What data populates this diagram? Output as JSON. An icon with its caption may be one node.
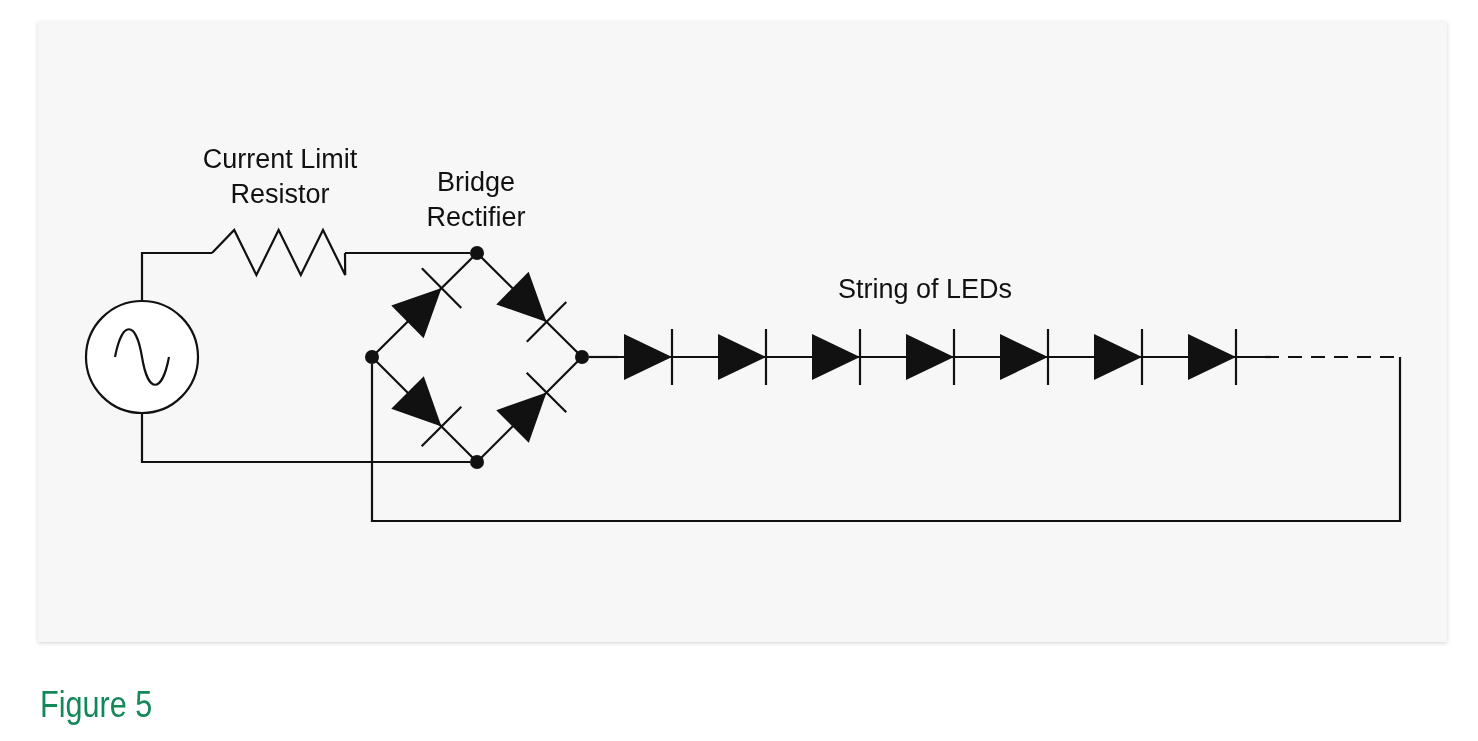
{
  "diagram": {
    "caption": "Figure 5",
    "nodes": [
      {
        "text": [],
        "shape": "circle"
      },
      {
        "text": [
          "Current Limit Resistor"
        ]
      },
      {
        "text": [
          "Bridge Rectifier"
        ]
      },
      {
        "text": [
          "String of LEDs"
        ]
      }
    ],
    "edges": [
      {
        "from": 0,
        "to": 1,
        "arrow": "none"
      },
      {
        "from": 1,
        "to": 2,
        "arrow": "none"
      },
      {
        "from": 0,
        "to": 2,
        "arrow": "none"
      },
      {
        "from": 2,
        "to": 3,
        "arrow": "none"
      },
      {
        "from": 3,
        "to": 2,
        "arrow": "none"
      }
    ]
  }
}
